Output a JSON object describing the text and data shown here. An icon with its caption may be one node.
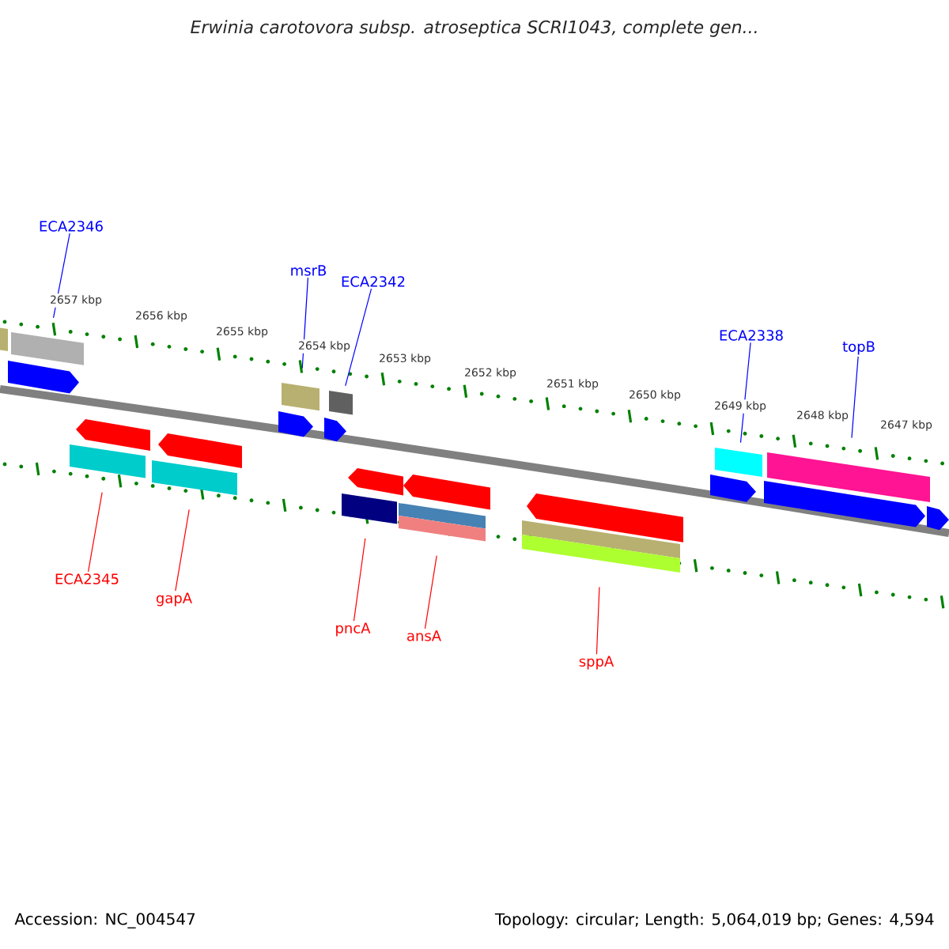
{
  "diagram": {
    "title": "Erwinia carotovora subsp. atroseptica SCRI1043, complete gen...",
    "nodes": [
      {
        "text": [
          "ECA2346"
        ]
      },
      {
        "text": [
          "msrB"
        ]
      },
      {
        "text": [
          "ECA2342"
        ]
      },
      {
        "text": [
          "ECA2338"
        ]
      },
      {
        "text": [
          "topB"
        ]
      },
      {
        "text": [
          "ECA2345"
        ]
      },
      {
        "text": [
          "gapA"
        ]
      },
      {
        "text": [
          "pncA"
        ]
      },
      {
        "text": [
          "ansA"
        ]
      },
      {
        "text": [
          "sppA"
        ]
      },
      {
        "text": [],
        "shape": "bar"
      },
      {
        "text": [],
        "shape": "pentagon"
      },
      {
        "text": [],
        "shape": "bar"
      },
      {
        "text": [],
        "shape": "bar"
      },
      {
        "text": [],
        "shape": "pentagon"
      },
      {
        "text": [],
        "shape": "bar"
      },
      {
        "text": [],
        "shape": "pentagon"
      },
      {
        "text": [],
        "shape": "pentagon"
      },
      {
        "text": [],
        "shape": "bar"
      },
      {
        "text": [],
        "shape": "pentagon"
      },
      {
        "text": [],
        "shape": "bar"
      },
      {
        "text": [],
        "shape": "bar"
      },
      {
        "text": [],
        "shape": "pentagon"
      },
      {
        "text": [],
        "shape": "bar"
      },
      {
        "text": [],
        "shape": "pentagon"
      },
      {
        "text": [],
        "shape": "bar"
      },
      {
        "text": [],
        "shape": "pentagon"
      },
      {
        "text": [],
        "shape": "pentagon"
      },
      {
        "text": [],
        "shape": "bar"
      },
      {
        "text": [],
        "shape": "pentagon"
      },
      {
        "text": [],
        "shape": "bar"
      },
      {
        "text": [],
        "shape": "pentagon"
      }
    ],
    "edges": [
      {
        "from": 0,
        "to": 12,
        "arrow": "none"
      },
      {
        "from": 1,
        "to": 18,
        "arrow": "none"
      },
      {
        "from": 2,
        "to": 20,
        "arrow": "none"
      },
      {
        "from": 3,
        "to": 28,
        "arrow": "none"
      },
      {
        "from": 4,
        "to": 30,
        "arrow": "none"
      },
      {
        "from": 5,
        "to": 13,
        "arrow": "none",
        "color": "#ff0000"
      },
      {
        "from": 6,
        "to": 15,
        "arrow": "none",
        "color": "#ff0000"
      },
      {
        "from": 7,
        "to": 21,
        "arrow": "none",
        "color": "#ff0000"
      },
      {
        "from": 8,
        "to": 23,
        "arrow": "none",
        "color": "#ff0000"
      },
      {
        "from": 9,
        "to": 25,
        "arrow": "none",
        "color": "#ff0000"
      }
    ],
    "labels": [
      "2657 kbp",
      "2656 kbp",
      "2655 kbp",
      "2654 kbp",
      "2653 kbp",
      "2652 kbp",
      "2651 kbp",
      "2650 kbp",
      "2649 kbp",
      "2648 kbp",
      "2647 kbp",
      "Accession: NC_004547",
      "Topology: circular; Length: 5,064,019 bp; Genes: 4,594"
    ]
  }
}
